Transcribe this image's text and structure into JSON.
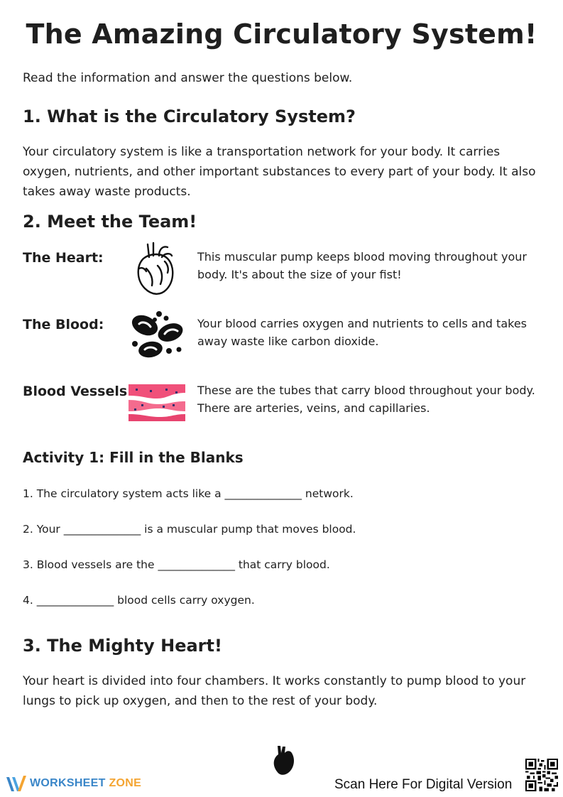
{
  "title": "The Amazing Circulatory System!",
  "intro": "Read the information and answer the questions below.",
  "section1": {
    "heading": "1. What is the Circulatory System?",
    "body": "Your circulatory system is like a transportation network for your body. It carries oxygen, nutrients, and other important substances to every part of your body. It also takes away waste products."
  },
  "section2": {
    "heading": "2. Meet the Team!",
    "team": [
      {
        "label": "The Heart:",
        "icon": "heart-outline-icon",
        "desc": "This muscular pump keeps blood moving throughout your body. It's about the size of your fist!"
      },
      {
        "label": "The Blood:",
        "icon": "blood-cells-icon",
        "desc": "Your blood carries oxygen and nutrients to cells and takes away waste like carbon dioxide."
      },
      {
        "label": "Blood Vessels:",
        "icon": "blood-vessels-icon",
        "desc": "These are the tubes that carry blood throughout your body. There are arteries, veins, and capillaries."
      }
    ]
  },
  "activity1": {
    "heading": "Activity 1: Fill in the Blanks",
    "items": [
      "1. The circulatory system acts like a ______________ network.",
      "2. Your ______________ is a muscular pump that moves blood.",
      "3. Blood vessels are the ______________ that carry blood.",
      "4. ______________ blood cells carry oxygen."
    ]
  },
  "section3": {
    "heading": "3. The Mighty Heart!",
    "body": "Your heart is divided into four chambers. It works constantly to pump blood to your lungs to pick up oxygen, and then to the rest of your body."
  },
  "footer": {
    "logo_word1": "WORKSHEET",
    "logo_word2": "ZONE",
    "scan_text": "Scan Here For Digital Version",
    "colors": {
      "logo_blue": "#3a86c8",
      "logo_orange": "#f4a431",
      "vessel_pink": "#f0507a"
    }
  }
}
